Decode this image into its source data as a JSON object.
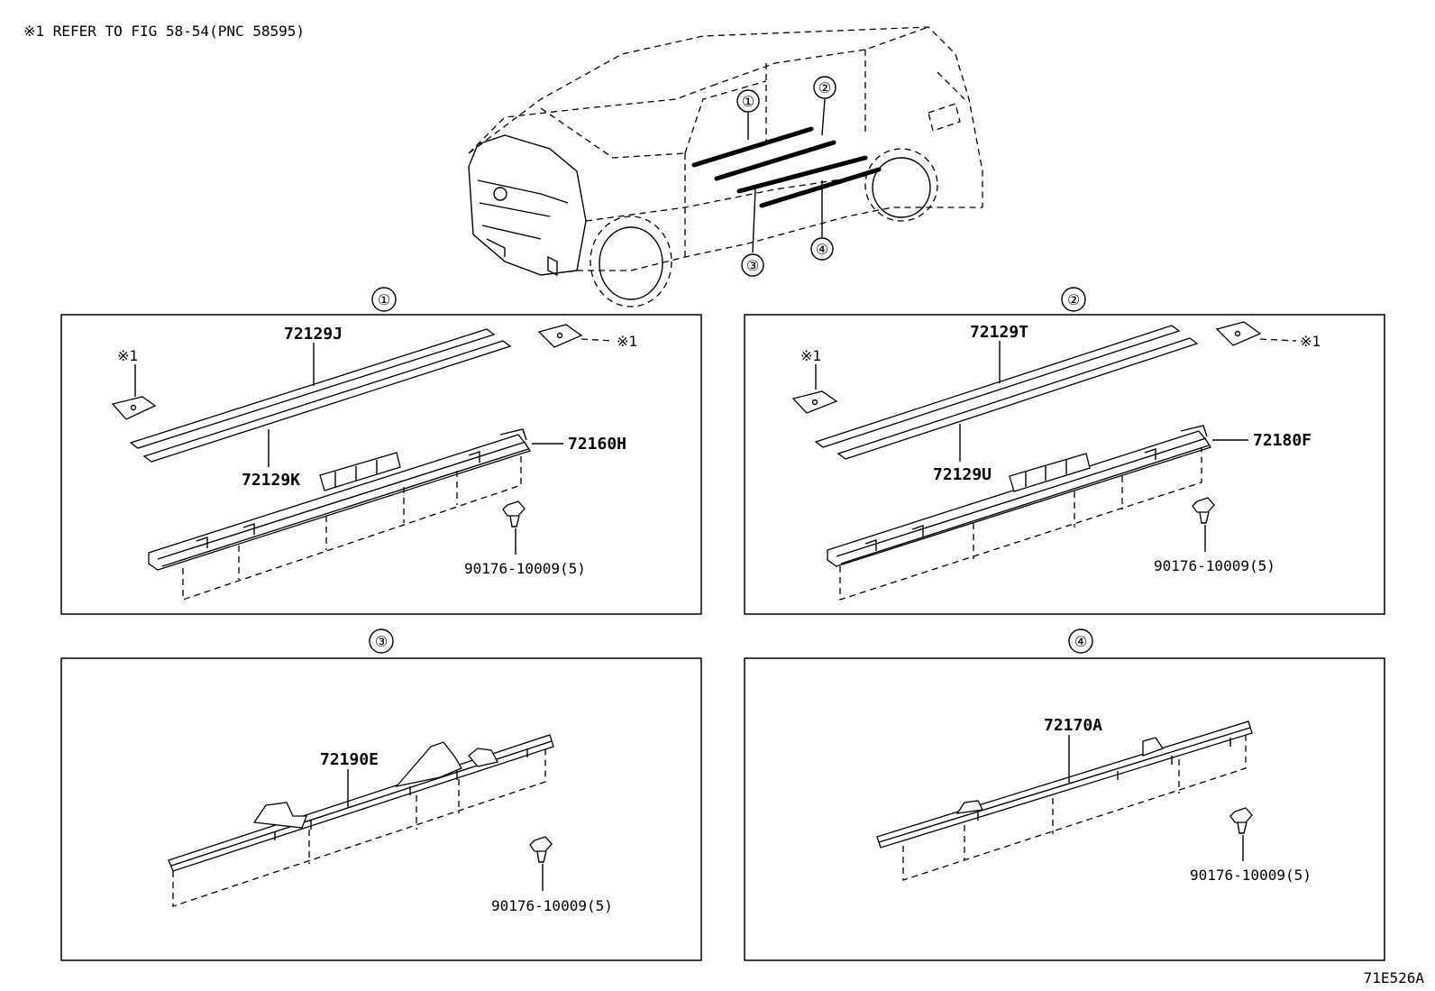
{
  "header_note": "※1  REFER TO FIG 58-54(PNC 58595)",
  "figure_code": "71E526A",
  "vehicle_callouts": [
    "①",
    "②",
    "③",
    "④"
  ],
  "panels": [
    {
      "id": "①",
      "parts": [
        "72129J",
        "72129K",
        "72160H",
        "90176-10009(5)"
      ],
      "ref_marks": [
        "※1",
        "※1"
      ]
    },
    {
      "id": "②",
      "parts": [
        "72129T",
        "72129U",
        "72180F",
        "90176-10009(5)"
      ],
      "ref_marks": [
        "※1",
        "※1"
      ]
    },
    {
      "id": "③",
      "parts": [
        "72190E",
        "90176-10009(5)"
      ]
    },
    {
      "id": "④",
      "parts": [
        "72170A",
        "90176-10009(5)"
      ]
    }
  ]
}
